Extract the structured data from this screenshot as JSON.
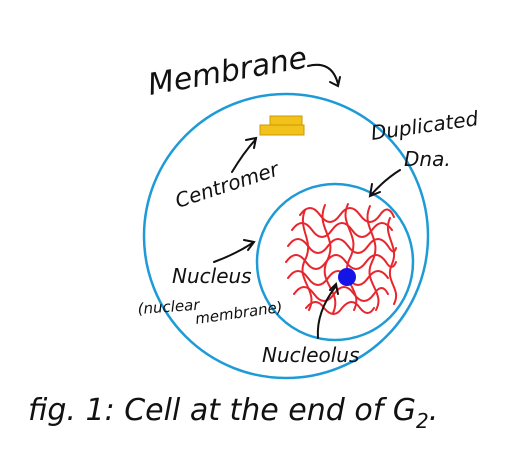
{
  "labels": {
    "membrane": "Membrane",
    "centromer": "Centromer",
    "duplicated_dna_line1": "Duplicated",
    "duplicated_dna_line2": "Dna.",
    "nucleus": "Nucleus",
    "nuclear_membrane_line1": "(nuclear",
    "nuclear_membrane_line2": "membrane)",
    "nucleolus": "Nucleolus"
  },
  "caption": {
    "text": "fig. 1: Cell at the end of G",
    "subscript": "2",
    "period": "."
  },
  "colors": {
    "cell_membrane": "#1e9bd7",
    "nuclear_membrane": "#1e9bd7",
    "dna": "#e8262d",
    "nucleolus": "#1414e6",
    "centromere": "#f2c21b",
    "ink": "#111111"
  }
}
